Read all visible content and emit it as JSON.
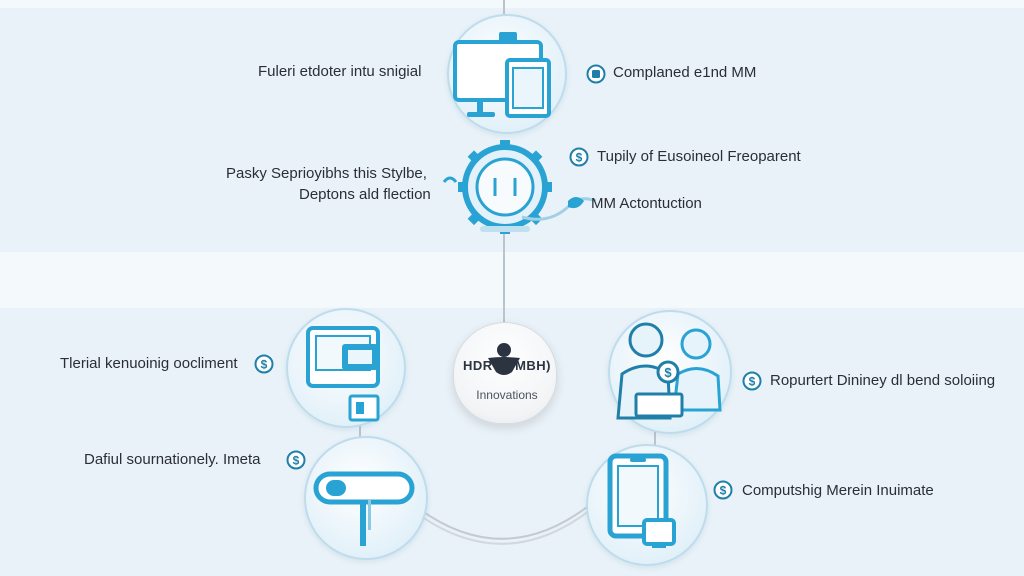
{
  "center_hub": {
    "title": "HDRT DMBH)",
    "subtitle": "Innovations"
  },
  "labels": {
    "top_left_1": "Fuleri etdoter intu snigial",
    "top_left_2a": "Pasky Seprioyibhs this Stylbe,",
    "top_left_2b": "Deptons ald flection",
    "top_right_1": "Complaned e1nd MM",
    "top_right_2": "Tupily of Eusoineol Freoparent",
    "top_right_3": "MM Actontuction",
    "bot_left_1": "Tlerial kenuoinig oocliment",
    "bot_left_2": "Dafiul sournationely. Imeta",
    "bot_right_1": "Ropurtert Dininey dl bend soloiing",
    "bot_right_2": "Computshig Merein Inuimate"
  },
  "colors": {
    "accent": "#29a3d3",
    "accent_dark": "#1f7fa8",
    "line": "#b9c4cc",
    "node_fill": "#e7f3fa"
  },
  "icons": [
    "monitor-icon",
    "gear-icon",
    "display-card-icon",
    "people-icon",
    "handle-icon",
    "tablet-icon",
    "dollar-badge-icon"
  ]
}
